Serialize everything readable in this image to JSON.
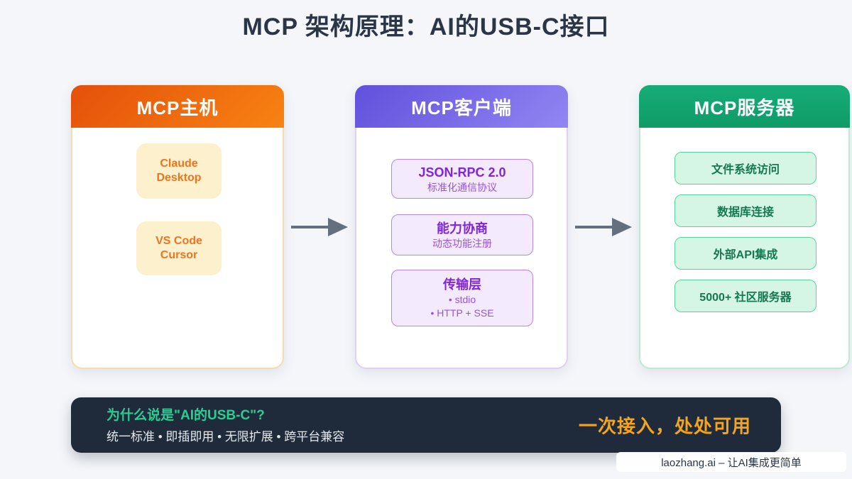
{
  "page": {
    "title": "MCP 架构原理：AI的USB-C接口"
  },
  "columns": [
    {
      "id": "host",
      "header": "MCP主机",
      "accent": "#f07a12",
      "items": [
        {
          "title": "Claude Desktop"
        },
        {
          "title": "VS Code Cursor",
          "lines": [
            "VS Code",
            "Cursor"
          ]
        }
      ]
    },
    {
      "id": "client",
      "header": "MCP客户端",
      "accent": "#7a6ae8",
      "items": [
        {
          "title": "JSON-RPC 2.0",
          "subtitle": "标准化通信协议"
        },
        {
          "title": "能力协商",
          "subtitle": "动态功能注册"
        },
        {
          "title": "传输层",
          "bullets": [
            "• stdio",
            "• HTTP + SSE"
          ]
        }
      ]
    },
    {
      "id": "server",
      "header": "MCP服务器",
      "accent": "#12a270",
      "items": [
        {
          "title": "文件系统访问"
        },
        {
          "title": "数据库连接"
        },
        {
          "title": "外部API集成"
        },
        {
          "title": "5000+ 社区服务器"
        }
      ]
    }
  ],
  "summary": {
    "question": "为什么说是\"AI的USB-C\"?",
    "features": "统一标准 • 即插即用 • 无限扩展 • 跨平台兼容",
    "slogan": "一次接入，处处可用"
  },
  "watermark": {
    "text": "laozhang.ai – 让AI集成更简单"
  },
  "colors": {
    "background": "#f4f6fa",
    "title_text": "#2a3547",
    "host_header_gradient": [
      "#e4500b",
      "#f88312"
    ],
    "host_box_bg": "#fcf1cc",
    "host_box_text": "#ee7420",
    "client_header_gradient": [
      "#6150dc",
      "#9186f2"
    ],
    "client_box_bg": "#f4eafd",
    "client_box_border": "#b684ea",
    "client_title_text": "#8125d9",
    "client_sub_text": "#9a50e6",
    "server_header_gradient": [
      "#16ad79",
      "#0f9b66"
    ],
    "server_box_bg": "#d5f5e5",
    "server_box_border": "#53d69b",
    "server_box_text": "#15794f",
    "arrow": "#65707e",
    "summary_bar_bg": "#1f2b3a",
    "summary_question": "#2bce92",
    "summary_features": "#e3e7ea",
    "summary_slogan": "#f6a41c"
  }
}
